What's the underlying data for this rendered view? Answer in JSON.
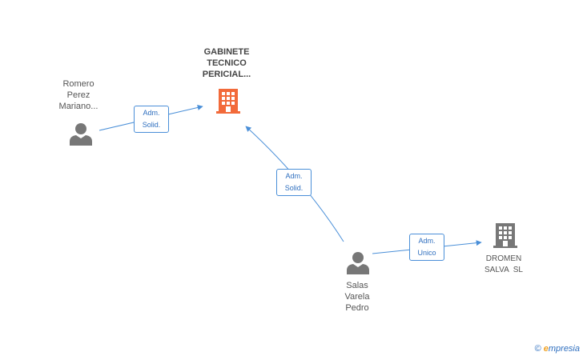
{
  "nodes": {
    "main_company": {
      "lines": [
        "GABINETE",
        "TECNICO",
        "PERICIAL..."
      ],
      "kind": "company",
      "color": "#f26a3a"
    },
    "person_romero": {
      "lines": [
        "Romero",
        "Perez",
        "Mariano..."
      ],
      "kind": "person",
      "color": "#777777"
    },
    "person_salas": {
      "lines": [
        "Salas",
        "Varela",
        "Pedro"
      ],
      "kind": "person",
      "color": "#777777"
    },
    "company_dromen": {
      "lines": [
        "DROMEN",
        "SALVA  SL"
      ],
      "kind": "company",
      "color": "#777777"
    }
  },
  "relations": [
    {
      "from": "person_romero",
      "to": "main_company",
      "role": [
        "Adm.",
        "Solid."
      ]
    },
    {
      "from": "person_salas",
      "to": "main_company",
      "role": [
        "Adm.",
        "Solid."
      ]
    },
    {
      "from": "person_salas",
      "to": "company_dromen",
      "role": [
        "Adm.",
        "Unico"
      ]
    }
  ],
  "brand": {
    "copyright": "©",
    "initial": "e",
    "rest": "mpresia"
  },
  "colors": {
    "link": "#4a8fd8",
    "role_text": "#2f6fbf"
  }
}
